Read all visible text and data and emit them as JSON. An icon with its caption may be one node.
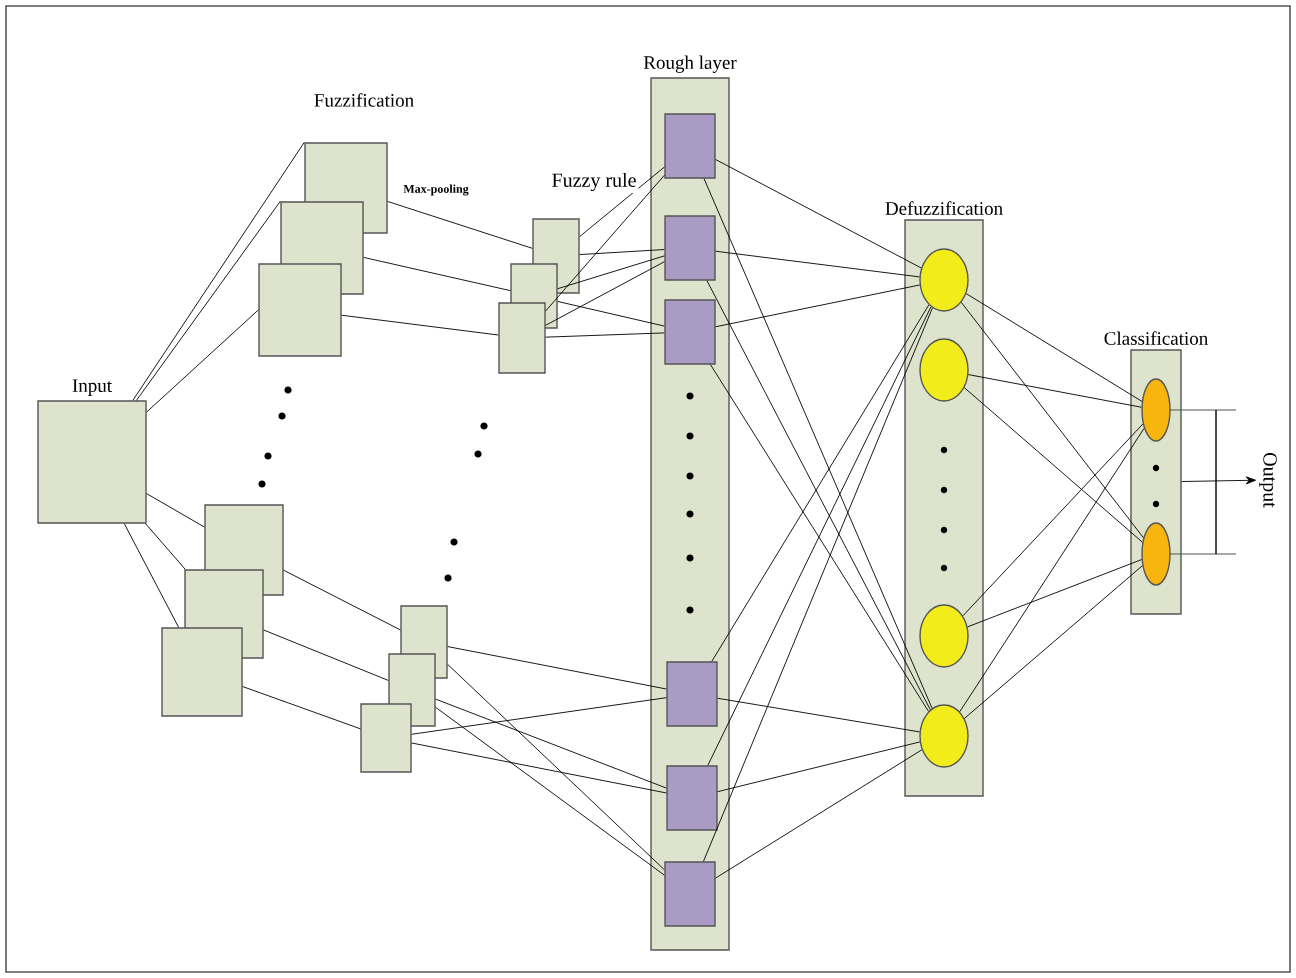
{
  "diagram": {
    "nodes": [
      {
        "text": [
          "Input"
        ]
      },
      {
        "text": [],
        "shape": "box"
      },
      {
        "text": [],
        "shape": "box"
      },
      {
        "text": [],
        "shape": "box"
      },
      {
        "text": [],
        "shape": "box"
      },
      {
        "text": [],
        "shape": "box"
      },
      {
        "text": [],
        "shape": "box"
      },
      {
        "text": [],
        "shape": "box"
      },
      {
        "text": [],
        "shape": "box"
      },
      {
        "text": [],
        "shape": "box"
      },
      {
        "text": [],
        "shape": "box"
      },
      {
        "text": [],
        "shape": "box"
      },
      {
        "text": [],
        "shape": "box"
      },
      {
        "text": [
          "Rough layer"
        ]
      },
      {
        "text": [],
        "shape": "box",
        "in": 13
      },
      {
        "text": [],
        "shape": "box",
        "in": 13
      },
      {
        "text": [],
        "shape": "box",
        "in": 13
      },
      {
        "text": [],
        "shape": "box",
        "in": 13
      },
      {
        "text": [],
        "shape": "box",
        "in": 13
      },
      {
        "text": [],
        "shape": "box",
        "in": 13
      },
      {
        "text": [
          "Defuzzification"
        ]
      },
      {
        "text": [],
        "shape": "circle",
        "in": 20
      },
      {
        "text": [],
        "shape": "circle",
        "in": 20
      },
      {
        "text": [],
        "shape": "circle",
        "in": 20
      },
      {
        "text": [],
        "shape": "circle",
        "in": 20
      },
      {
        "text": [
          "Classification"
        ]
      },
      {
        "text": [],
        "shape": "circle",
        "in": 25
      },
      {
        "text": [],
        "shape": "circle",
        "in": 25
      },
      {
        "text": [
          "Output"
        ]
      }
    ],
    "edges": [
      {
        "from": 0,
        "to": 1,
        "arrow": "none"
      },
      {
        "from": 0,
        "to": 2,
        "arrow": "none"
      },
      {
        "from": 0,
        "to": 3,
        "arrow": "none"
      },
      {
        "from": 0,
        "to": 4,
        "arrow": "none"
      },
      {
        "from": 0,
        "to": 5,
        "arrow": "none"
      },
      {
        "from": 0,
        "to": 6,
        "arrow": "none"
      },
      {
        "from": 1,
        "to": 7,
        "arrow": "none"
      },
      {
        "from": 2,
        "to": 8,
        "arrow": "none"
      },
      {
        "from": 3,
        "to": 9,
        "arrow": "none"
      },
      {
        "from": 4,
        "to": 10,
        "arrow": "none"
      },
      {
        "from": 5,
        "to": 11,
        "arrow": "none"
      },
      {
        "from": 6,
        "to": 12,
        "arrow": "none"
      },
      {
        "from": 7,
        "to": 14,
        "arrow": "none"
      },
      {
        "from": 7,
        "to": 15,
        "arrow": "none"
      },
      {
        "from": 8,
        "to": 15,
        "arrow": "none"
      },
      {
        "from": 8,
        "to": 16,
        "arrow": "none"
      },
      {
        "from": 9,
        "to": 14,
        "arrow": "none"
      },
      {
        "from": 9,
        "to": 15,
        "arrow": "none"
      },
      {
        "from": 9,
        "to": 16,
        "arrow": "none"
      },
      {
        "from": 10,
        "to": 17,
        "arrow": "none"
      },
      {
        "from": 10,
        "to": 19,
        "arrow": "none"
      },
      {
        "from": 11,
        "to": 18,
        "arrow": "none"
      },
      {
        "from": 11,
        "to": 19,
        "arrow": "none"
      },
      {
        "from": 12,
        "to": 17,
        "arrow": "none"
      },
      {
        "from": 12,
        "to": 18,
        "arrow": "none"
      },
      {
        "from": 14,
        "to": 21,
        "arrow": "none"
      },
      {
        "from": 14,
        "to": 24,
        "arrow": "none"
      },
      {
        "from": 15,
        "to": 21,
        "arrow": "none"
      },
      {
        "from": 15,
        "to": 24,
        "arrow": "none"
      },
      {
        "from": 16,
        "to": 21,
        "arrow": "none"
      },
      {
        "from": 16,
        "to": 24,
        "arrow": "none"
      },
      {
        "from": 17,
        "to": 21,
        "arrow": "none"
      },
      {
        "from": 17,
        "to": 24,
        "arrow": "none"
      },
      {
        "from": 18,
        "to": 21,
        "arrow": "none"
      },
      {
        "from": 18,
        "to": 24,
        "arrow": "none"
      },
      {
        "from": 19,
        "to": 21,
        "arrow": "none"
      },
      {
        "from": 19,
        "to": 24,
        "arrow": "none"
      },
      {
        "from": 21,
        "to": 26,
        "arrow": "none"
      },
      {
        "from": 21,
        "to": 27,
        "arrow": "none"
      },
      {
        "from": 22,
        "to": 26,
        "arrow": "none"
      },
      {
        "from": 22,
        "to": 27,
        "arrow": "none"
      },
      {
        "from": 23,
        "to": 26,
        "arrow": "none"
      },
      {
        "from": 23,
        "to": 27,
        "arrow": "none"
      },
      {
        "from": 24,
        "to": 26,
        "arrow": "none"
      },
      {
        "from": 24,
        "to": 27,
        "arrow": "none"
      },
      {
        "from": 25,
        "to": 28,
        "arrow": "to"
      }
    ],
    "labels": [
      "Fuzzification",
      "Max-pooling",
      "Fuzzy rule"
    ]
  }
}
